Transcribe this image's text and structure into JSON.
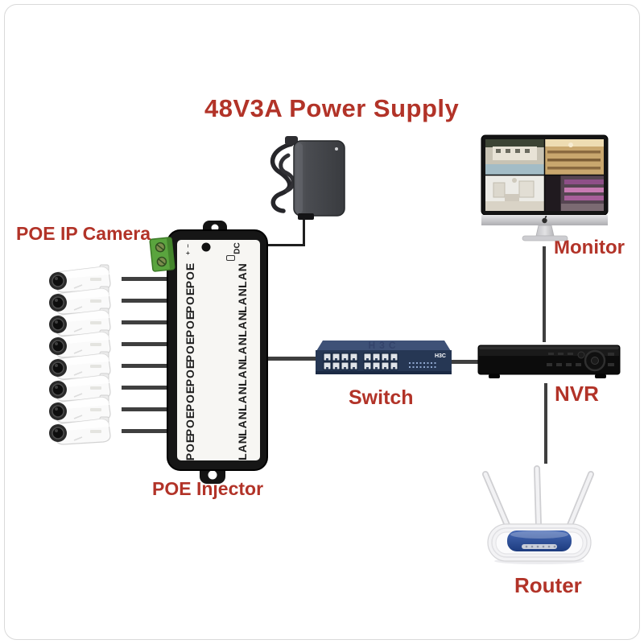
{
  "page": {
    "background": "#ffffff",
    "accent_red": "#b23328"
  },
  "labels": {
    "power_supply": "48V3A Power Supply",
    "camera_group": "POE IP Camera",
    "injector": "POE Injector",
    "switch": "Switch",
    "nvr": "NVR",
    "monitor": "Monitor",
    "router": "Router"
  },
  "camera_group": {
    "count": 8
  },
  "injector": {
    "ports_per_side": 8,
    "poe_label": "POE",
    "lan_label": "LAN",
    "dc_label": "DC",
    "polarity_label": "+ −",
    "body_color": "#161616",
    "panel_color": "#f7f6f3",
    "terminal_color": "#5aa43e"
  },
  "switch": {
    "brand": "H3C",
    "port_count": 16,
    "body_color": "#263754"
  },
  "monitor": {
    "screen_feeds": [
      "villa-pool",
      "retail-shop",
      "living-room",
      "supermarket"
    ]
  },
  "router": {
    "antenna_count": 3,
    "panel_color": "#2e4f97"
  },
  "connections": [
    {
      "from": "poe-ip-cameras",
      "to": "poe-injector",
      "count": 8
    },
    {
      "from": "power-supply",
      "to": "poe-injector"
    },
    {
      "from": "poe-injector",
      "to": "switch"
    },
    {
      "from": "switch",
      "to": "nvr"
    },
    {
      "from": "monitor",
      "to": "nvr"
    },
    {
      "from": "nvr",
      "to": "router"
    }
  ]
}
